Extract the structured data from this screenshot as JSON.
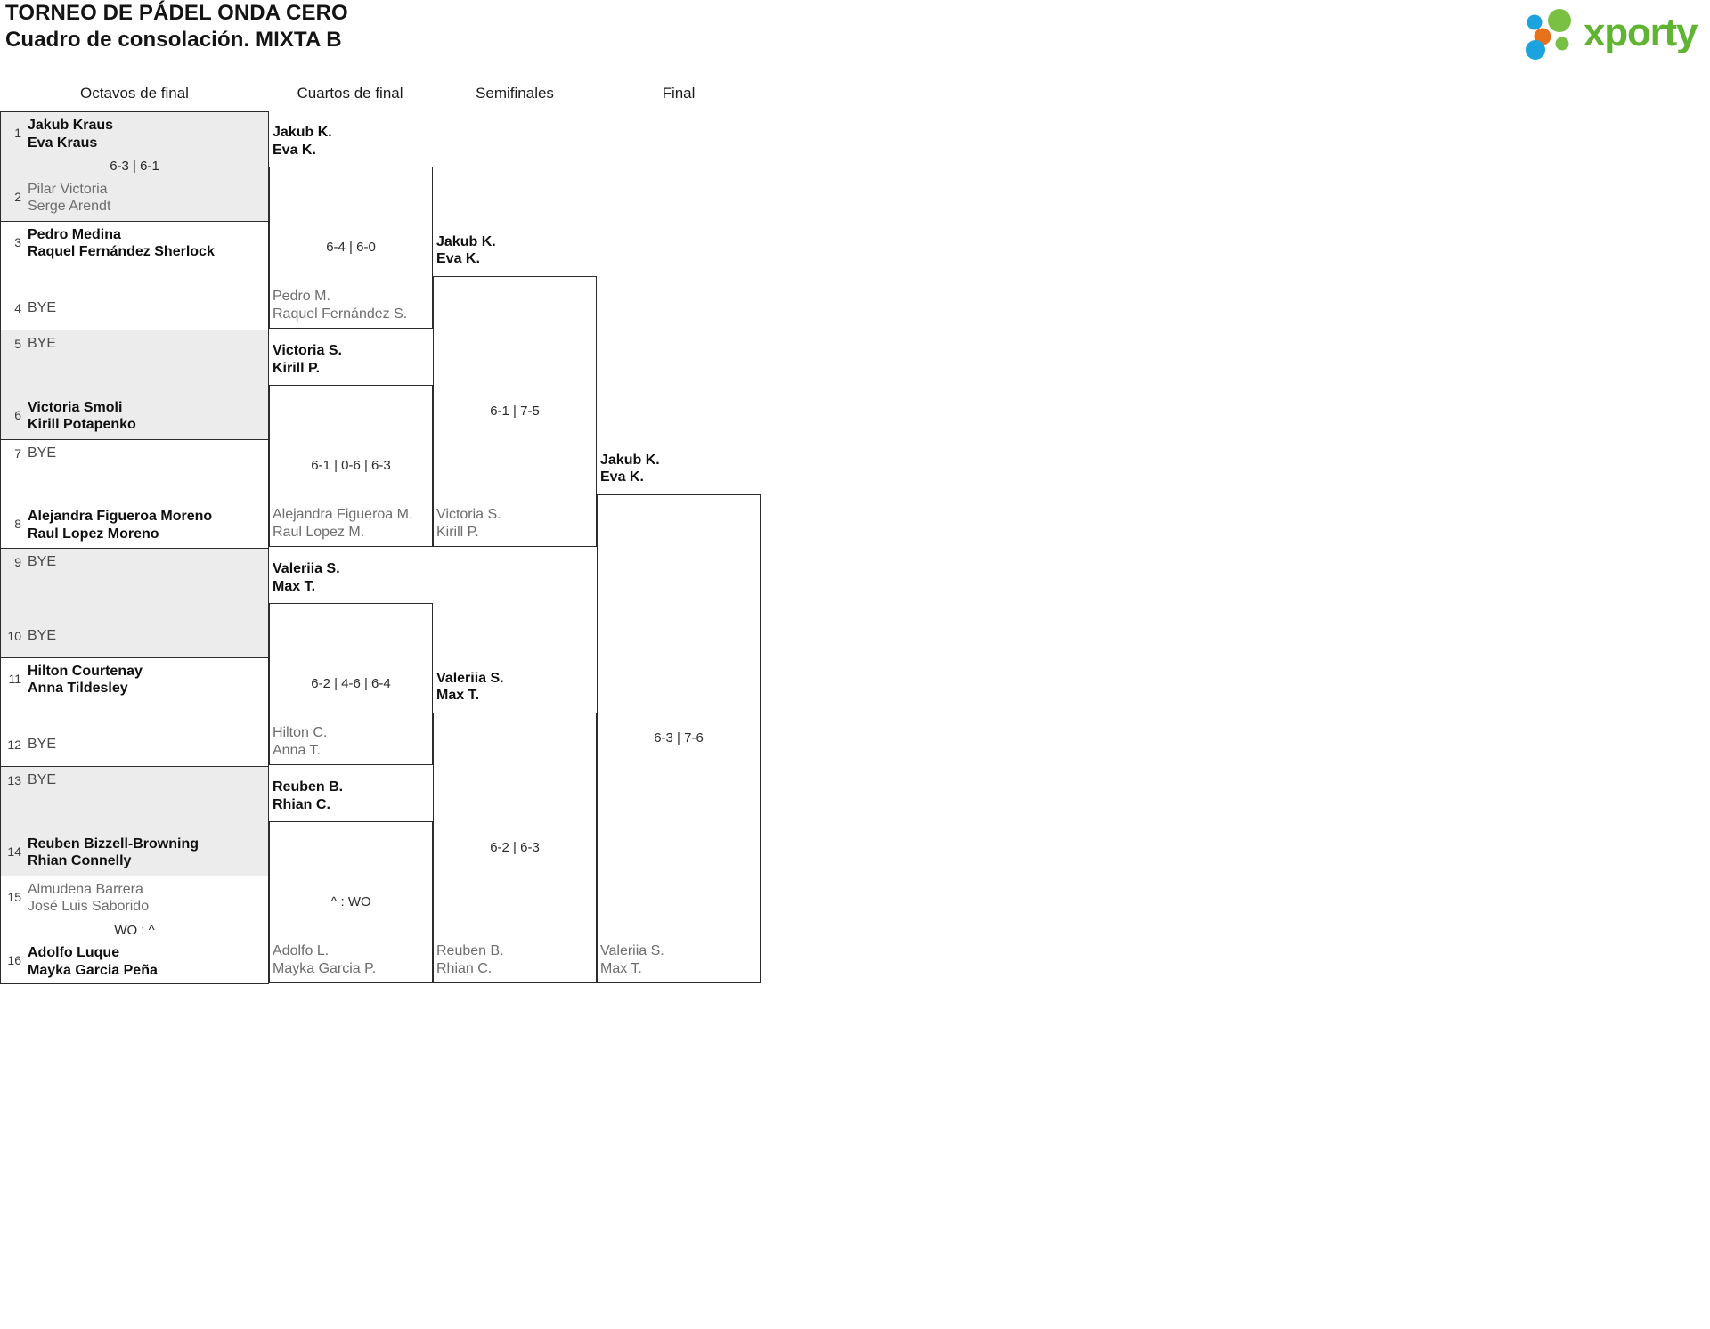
{
  "header": {
    "title_line1": "TORNEO DE PÁDEL ONDA CERO",
    "title_line2": "Cuadro de consolación. MIXTA B",
    "logo_text": "xporty",
    "logo_colors": {
      "green": "#5FB431",
      "orange": "#E8721C",
      "blue": "#1CA3DD"
    }
  },
  "rounds": [
    {
      "label": "Octavos de final"
    },
    {
      "label": "Cuartos de final"
    },
    {
      "label": "Semifinales"
    },
    {
      "label": "Final"
    }
  ],
  "round1": {
    "pairs": [
      {
        "shaded": true,
        "score": "6-3 | 6-1",
        "top": {
          "seed": "1",
          "status": "win",
          "lines": [
            "Jakub Kraus",
            "Eva Kraus"
          ]
        },
        "bottom": {
          "seed": "2",
          "status": "lose",
          "lines": [
            "Pilar Victoria",
            "Serge Arendt"
          ]
        }
      },
      {
        "shaded": false,
        "score": "",
        "top": {
          "seed": "3",
          "status": "win",
          "lines": [
            "Pedro Medina",
            "Raquel Fernández Sherlock"
          ]
        },
        "bottom": {
          "seed": "4",
          "status": "bye",
          "lines": [
            "BYE"
          ]
        }
      },
      {
        "shaded": true,
        "score": "",
        "top": {
          "seed": "5",
          "status": "bye",
          "lines": [
            "BYE"
          ]
        },
        "bottom": {
          "seed": "6",
          "status": "win",
          "lines": [
            "Victoria Smoli",
            "Kirill Potapenko"
          ]
        }
      },
      {
        "shaded": false,
        "score": "",
        "top": {
          "seed": "7",
          "status": "bye",
          "lines": [
            "BYE"
          ]
        },
        "bottom": {
          "seed": "8",
          "status": "win",
          "lines": [
            "Alejandra Figueroa Moreno",
            "Raul Lopez Moreno"
          ]
        }
      },
      {
        "shaded": true,
        "score": "",
        "top": {
          "seed": "9",
          "status": "bye",
          "lines": [
            "BYE"
          ]
        },
        "bottom": {
          "seed": "10",
          "status": "bye",
          "lines": [
            "BYE"
          ]
        }
      },
      {
        "shaded": false,
        "score": "",
        "top": {
          "seed": "11",
          "status": "win",
          "lines": [
            "Hilton Courtenay",
            "Anna Tildesley"
          ]
        },
        "bottom": {
          "seed": "12",
          "status": "bye",
          "lines": [
            "BYE"
          ]
        }
      },
      {
        "shaded": true,
        "score": "",
        "top": {
          "seed": "13",
          "status": "bye",
          "lines": [
            "BYE"
          ]
        },
        "bottom": {
          "seed": "14",
          "status": "win",
          "lines": [
            "Reuben Bizzell-Browning",
            "Rhian Connelly"
          ]
        }
      },
      {
        "shaded": false,
        "score": "WO : ^",
        "top": {
          "seed": "15",
          "status": "lose",
          "lines": [
            "Almudena Barrera",
            "José Luis Saborido"
          ]
        },
        "bottom": {
          "seed": "16",
          "status": "win",
          "lines": [
            "Adolfo Luque",
            "Mayka Garcia Peña"
          ]
        }
      }
    ]
  },
  "round2": {
    "matches": [
      {
        "score": "6-4 | 6-0",
        "top": {
          "status": "win",
          "lines": [
            "Jakub K.",
            "Eva K."
          ]
        },
        "bottom": {
          "status": "lose",
          "lines": [
            "Pedro M.",
            "Raquel Fernández S."
          ]
        }
      },
      {
        "score": "6-1 | 0-6 | 6-3",
        "top": {
          "status": "win",
          "lines": [
            "Victoria S.",
            "Kirill P."
          ]
        },
        "bottom": {
          "status": "lose",
          "lines": [
            "Alejandra Figueroa M.",
            "Raul Lopez M."
          ]
        }
      },
      {
        "score": "6-2 | 4-6 | 6-4",
        "top": {
          "status": "win",
          "lines": [
            "Valeriia S.",
            "Max T."
          ]
        },
        "bottom": {
          "status": "lose",
          "lines": [
            "Hilton C.",
            "Anna T."
          ]
        }
      },
      {
        "score": "^ : WO",
        "top": {
          "status": "win",
          "lines": [
            "Reuben B.",
            "Rhian C."
          ]
        },
        "bottom": {
          "status": "lose",
          "lines": [
            "Adolfo L.",
            "Mayka Garcia P."
          ]
        }
      }
    ]
  },
  "round3": {
    "matches": [
      {
        "score": "6-1 | 7-5",
        "top": {
          "status": "win",
          "lines": [
            "Jakub K.",
            "Eva K."
          ]
        },
        "bottom": {
          "status": "lose",
          "lines": [
            "Victoria S.",
            "Kirill P."
          ]
        }
      },
      {
        "score": "6-2 | 6-3",
        "top": {
          "status": "win",
          "lines": [
            "Valeriia S.",
            "Max T."
          ]
        },
        "bottom": {
          "status": "lose",
          "lines": [
            "Reuben B.",
            "Rhian C."
          ]
        }
      }
    ]
  },
  "round4": {
    "matches": [
      {
        "score": "6-3 | 7-6",
        "top": {
          "status": "win",
          "lines": [
            "Jakub K.",
            "Eva K."
          ]
        },
        "bottom": {
          "status": "lose",
          "lines": [
            "Valeriia S.",
            "Max T."
          ]
        }
      }
    ]
  }
}
